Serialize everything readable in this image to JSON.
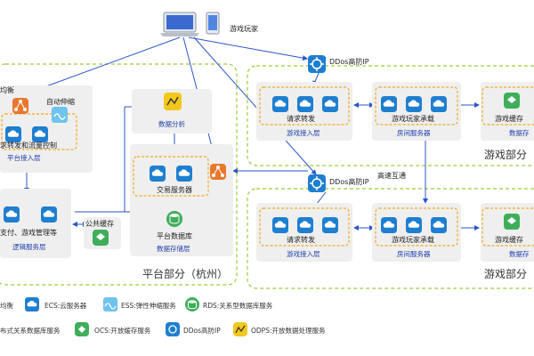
{
  "top": {
    "player_label": "游戏玩家",
    "ddos_label_1": "DDos高防IP",
    "ddos_label_2": "DDos高防IP",
    "interconnect_label": "高速互通"
  },
  "platform": {
    "balancer_cut_label": "均衡",
    "autoscale_label": "自动伸缩",
    "forward_flow_label": "求转发和流量控制",
    "access_layer_label": "平台接入层",
    "analytics_label": "数据分析",
    "trade_server_label": "交易服务器",
    "platform_db_label": "平台数据库",
    "data_storage_label": "数据存储层",
    "payment_label": "支付、游戏管理等",
    "public_cache_label": "公共缓存",
    "logic_layer_label": "逻辑服务层",
    "section_label": "平台部分（杭州）"
  },
  "game1": {
    "request_forward_label": "请求转发",
    "access_layer_label": "游戏接入层",
    "player_load_label": "游戏玩家承载",
    "room_server_label": "房间服务器",
    "cache_label": "游戏缓存",
    "storage_cut_label": "数据存",
    "section_label": "游戏部分"
  },
  "game2": {
    "request_forward_label": "请求转发",
    "access_layer_label": "游戏接入层",
    "player_load_label": "游戏玩家承载",
    "room_server_label": "房间服务器",
    "cache_label": "游戏缓存",
    "storage_cut_label": "数据存",
    "section_label": "游戏部分"
  },
  "legend": {
    "slb_label": "均衡",
    "ecs_label": "ECS:云服务器",
    "ess_label": "ESS:弹性伸缩服务",
    "rds_label": "RDS:关系型数据库服务",
    "drds_label": "布式关系数据库服务",
    "ocs_label": "OCS:开放缓存服务",
    "ddos_label": "DDos高防IP",
    "odps_label": "ODPS:开放数据处理服务"
  },
  "colors": {
    "panel_green": "#9ccc3c",
    "orange_dashed": "#f5a623",
    "cloud_blue": "#1e7fd0",
    "slb_orange": "#e8782e",
    "odps_yellow": "#f2c81e",
    "ess_lightblue": "#6fc3ef",
    "cache_green": "#3fae59",
    "line_blue": "#2a55c8"
  }
}
